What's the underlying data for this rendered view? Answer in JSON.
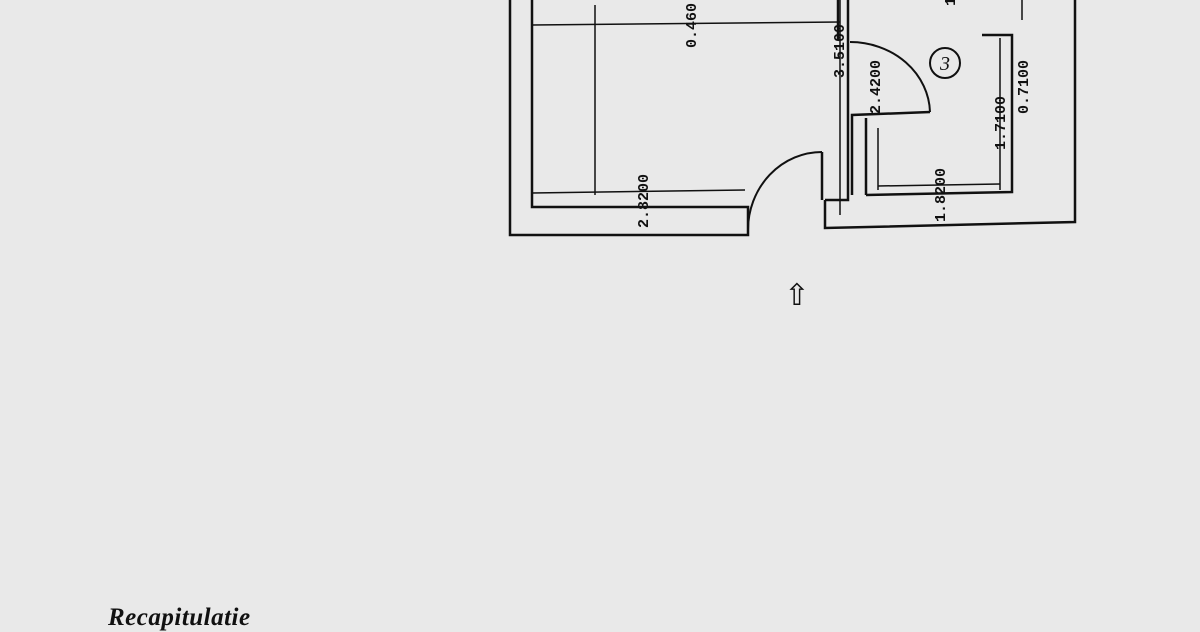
{
  "plan": {
    "dimensions": {
      "top_width": "0.460",
      "left_room_width": "2.8200",
      "hall_length": "3.5100",
      "door_room3": "2.4200",
      "room3_length": "1.7100",
      "room3_offset": "0.7100",
      "room3_width": "1.8200",
      "cut_label": "1"
    },
    "room_number": "3",
    "entrance_arrow": "⇧"
  },
  "section_title": "Recapitulatie",
  "colors": {
    "paper": "#e9e9e9",
    "ink": "#111111"
  }
}
